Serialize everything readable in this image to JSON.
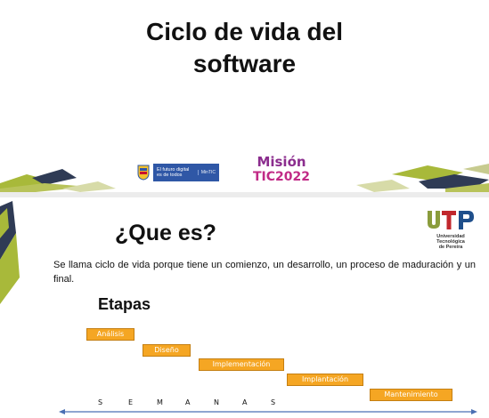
{
  "slide1": {
    "title_line1": "Ciclo de vida del",
    "title_line2": "software",
    "gov_logo": {
      "line1": "El futuro digital",
      "line2": "es de todos",
      "ministry": "MinTIC"
    },
    "mision_logo": {
      "line1": "Misión",
      "line2_a": "TIC",
      "line2_b": "2022"
    }
  },
  "slide2": {
    "title": "¿Que es?",
    "body": "Se llama ciclo de vida porque tiene un comienzo, un desarrollo, un proceso de maduración y un final.",
    "subtitle": "Etapas",
    "utp_logo": {
      "line1": "Universidad Tecnológica",
      "line2": "de Pereira"
    },
    "stages": [
      "Análisis",
      "Diseño",
      "Implementación",
      "Implantación",
      "Mantenimiento"
    ],
    "weeks_label": [
      "S",
      "E",
      "M",
      "A",
      "N",
      "A",
      "S"
    ]
  },
  "colors": {
    "stage_fill": "#f5a623",
    "stage_border": "#c47f12",
    "axis": "#4a6fb3",
    "stripe_green": "#a8b93a",
    "stripe_dark": "#2f3b55",
    "mision_purple": "#8b2d8e"
  }
}
